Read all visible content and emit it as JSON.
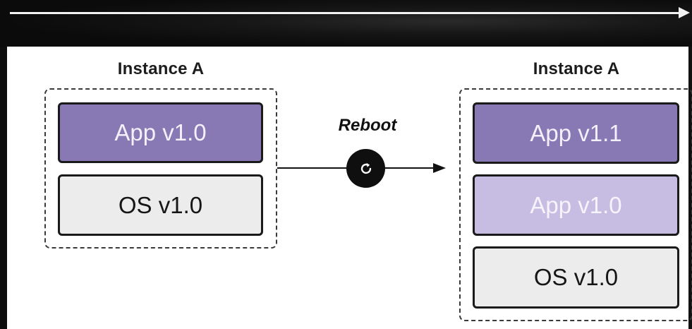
{
  "diagram": {
    "before": {
      "title": "Instance A",
      "layers": [
        "App v1.0",
        "OS v1.0"
      ]
    },
    "transition": {
      "label": "Reboot",
      "icon": "refresh-icon"
    },
    "after": {
      "title": "Instance A",
      "layers": [
        "App v1.1",
        "App v1.0",
        "OS v1.0"
      ]
    }
  },
  "colors": {
    "app_current": "#8878b4",
    "app_previous": "#c7bde3",
    "os": "#ececec",
    "border": "#1a1a1a"
  }
}
